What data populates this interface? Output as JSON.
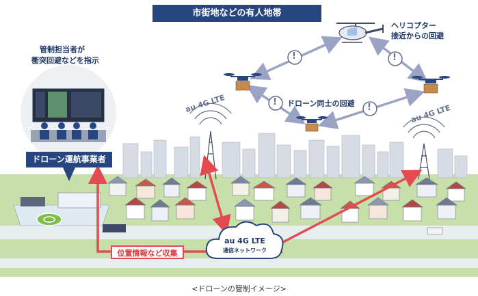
{
  "title": "市街地などの有人地帯",
  "controller_label": [
    "管制担当者が",
    "衝突回避などを指示"
  ],
  "operator_label": "ドローン運航事業者",
  "helicopter_label": [
    "ヘリコプター",
    "接近からの回避"
  ],
  "drone_mutual_label": "ドローン同士の回避",
  "tower_label": "au 4G LTE",
  "network_label": [
    "au 4G LTE",
    "通信ネットワーク"
  ],
  "collect_label": "位置情報など収集",
  "caption": "<ドローンの管制イメージ>",
  "alert_symbol": "!",
  "colors": {
    "navy": "#27467f",
    "red": "#e34b50",
    "arrow_gray": "#9aa3c4",
    "ground_green": "#c7dfa8"
  }
}
